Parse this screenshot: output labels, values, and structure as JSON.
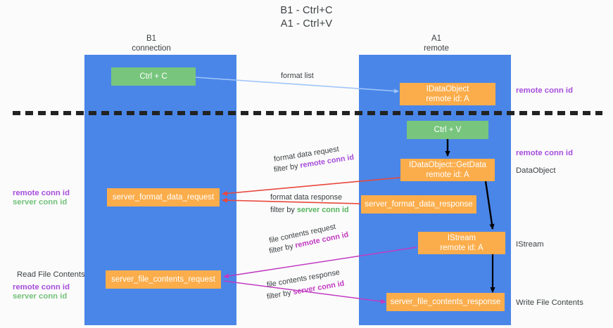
{
  "title": {
    "line1": "B1 - Ctrl+C",
    "line2": "A1 - Ctrl+V"
  },
  "columns": {
    "left": {
      "name": "B1",
      "role": "connection"
    },
    "right": {
      "name": "A1",
      "role": "remote"
    }
  },
  "colors": {
    "lane": "#4a86e8",
    "green_node": "#78c57e",
    "orange_node": "#fbad4b",
    "remote_conn_id": "#a64ddb",
    "server_conn_id": "#72c07a",
    "arrow_format_list": "#9fc5f8",
    "arrow_get_data": "#000000",
    "arrow_format_data": "#e8483c",
    "arrow_file_contents": "#c13bc1",
    "divider": "#222222"
  },
  "nodes": {
    "ctrl_c": {
      "label": "Ctrl + C"
    },
    "idataobject_top": {
      "line1": "IDataObject",
      "line2": "remote id: A"
    },
    "ctrl_v": {
      "label": "Ctrl + V"
    },
    "getdata": {
      "line1": "IDataObject::GetData",
      "line2": "remote id: A"
    },
    "istream": {
      "line1": "IStream",
      "line2": "remote id: A"
    },
    "server_format_data_request": {
      "label": "server_format_data_request"
    },
    "server_format_data_response": {
      "label": "server_format_data_response"
    },
    "server_file_contents_request": {
      "label": "server_file_contents_request"
    },
    "server_file_contents_response": {
      "label": "server_file_contents_response"
    }
  },
  "edge_labels": {
    "format_list": "format list",
    "format_data_request": "format data request",
    "format_data_request_filter_prefix": "filter by ",
    "format_data_request_filter_value": "remote conn id",
    "format_data_response": "format data response",
    "format_data_response_filter_prefix": "filter by ",
    "format_data_response_filter_value": "server conn id",
    "file_contents_request": "file contents request",
    "file_contents_request_filter_prefix": "filter by ",
    "file_contents_request_filter_value": "remote conn id",
    "file_contents_response": "file contents response",
    "file_contents_response_filter_prefix": "filter by ",
    "file_contents_response_filter_value": "server conn id"
  },
  "annotations": {
    "right_remote_conn_id_top": "remote conn id",
    "right_remote_conn_id_mid": "remote conn id",
    "right_dataobject": "DataObject",
    "right_istream": "IStream",
    "right_write_file_contents": "Write File Contents",
    "left_remote_conn_id_mid": "remote conn id",
    "left_server_conn_id_mid": "server conn id",
    "left_read_file_contents": "Read File Contents",
    "left_remote_conn_id_bottom": "remote conn id",
    "left_server_conn_id_bottom": "server conn id"
  }
}
